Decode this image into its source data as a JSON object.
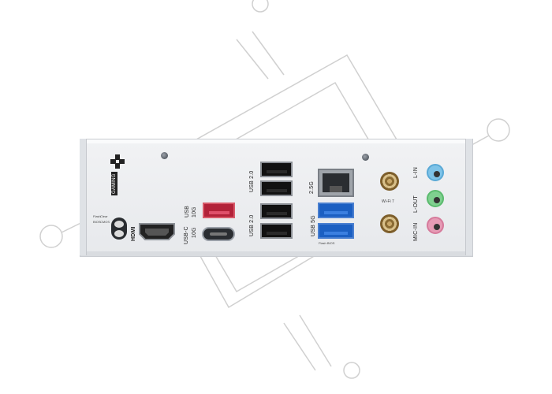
{
  "panel": {
    "logo_text": "GAMING",
    "button_labels": [
      "Flash",
      "BIOS",
      "Clear",
      "CMOS"
    ],
    "hdmi_label": "HDMI",
    "usbc_label": "USB-C",
    "usbc_speed": "10G",
    "usb_red_label": "USB",
    "usb_red_speed": "10G",
    "usb_top_label": "USB 2.0",
    "usb_bottom_label": "USB 2.0",
    "lan_label": "2.5G",
    "usb_blue_label": "USB 5G",
    "flash_bios_port_label": "Flash BIOS",
    "wifi_label": "Wi-Fi 7",
    "audio_labels": [
      "L-IN",
      "L-OUT",
      "MIC-IN"
    ]
  },
  "colors": {
    "usb_blue": "#1b5fc2",
    "usb_red": "#b22239",
    "audio_blue": "#7ec3e8",
    "audio_green": "#7fd08f",
    "audio_pink": "#e69bb5",
    "antenna_gold": "#c9a86a"
  }
}
